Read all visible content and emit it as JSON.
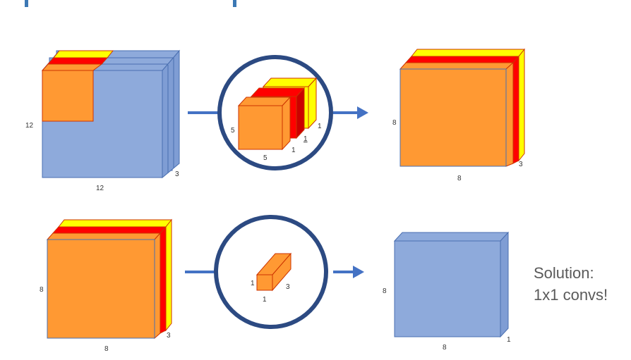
{
  "colors": {
    "blue_front": "#8eaadb",
    "blue_side": "#7f9dd4",
    "blue_stroke": "#4a6fb0",
    "orange": "#ff9933",
    "red": "#ff0000",
    "yellow": "#ffff00",
    "red_stroke": "#cc3300",
    "ring": "#2c4a82",
    "arrow": "#4472c4",
    "header_bar": "#3c78b4"
  },
  "row1": {
    "input": {
      "height": "12",
      "width": "12",
      "depth": "3"
    },
    "kernel": {
      "height": "5",
      "width": "5",
      "depth": "1",
      "depth2": "1",
      "depth3": "1"
    },
    "output": {
      "height": "8",
      "width": "8",
      "depth": "3"
    }
  },
  "row2": {
    "input": {
      "height": "8",
      "width": "8",
      "depth": "3"
    },
    "kernel": {
      "height": "1",
      "width": "1",
      "depth": "3"
    },
    "output": {
      "height": "8",
      "width": "8",
      "depth": "1"
    }
  },
  "solution": {
    "line1": "Solution:",
    "line2": "1x1 convs!"
  }
}
